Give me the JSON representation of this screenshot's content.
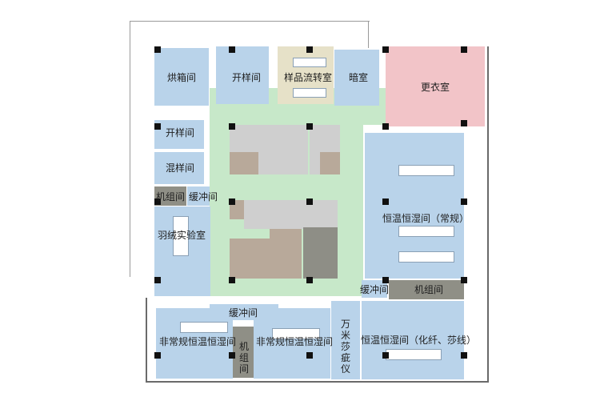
{
  "rooms": {
    "baking": "烘箱间",
    "sample_open_top": "开样间",
    "sample_transfer": "样品流转室",
    "dark_room": "暗室",
    "locker_room": "更衣室",
    "sample_open_left": "开样间",
    "sample_mix": "混样间",
    "mech_room_left": "机组间",
    "buffer_left": "缓冲间",
    "down_lab": "羽绒实验室",
    "const_regular": "恒温恒湿间（常规）",
    "buffer_right": "缓冲间",
    "mech_room_right": "机组间",
    "buffer_bottom": "缓冲间",
    "nonstd_const_left": "非常规恒温恒湿间",
    "mech_room_bottom": "机组间",
    "nonstd_const_mid": "非常规恒温恒湿间",
    "tester": "万米莎疵仪",
    "const_chem": "恒温恒湿间（化纤、莎线）"
  },
  "colors": {
    "lab_blue": "#b9d3ea",
    "corridor_green": "#c7e8c9",
    "locker_pink": "#f2c4c8",
    "transfer_beige": "#e6e1c8",
    "mech_gray": "#8f8f86"
  }
}
